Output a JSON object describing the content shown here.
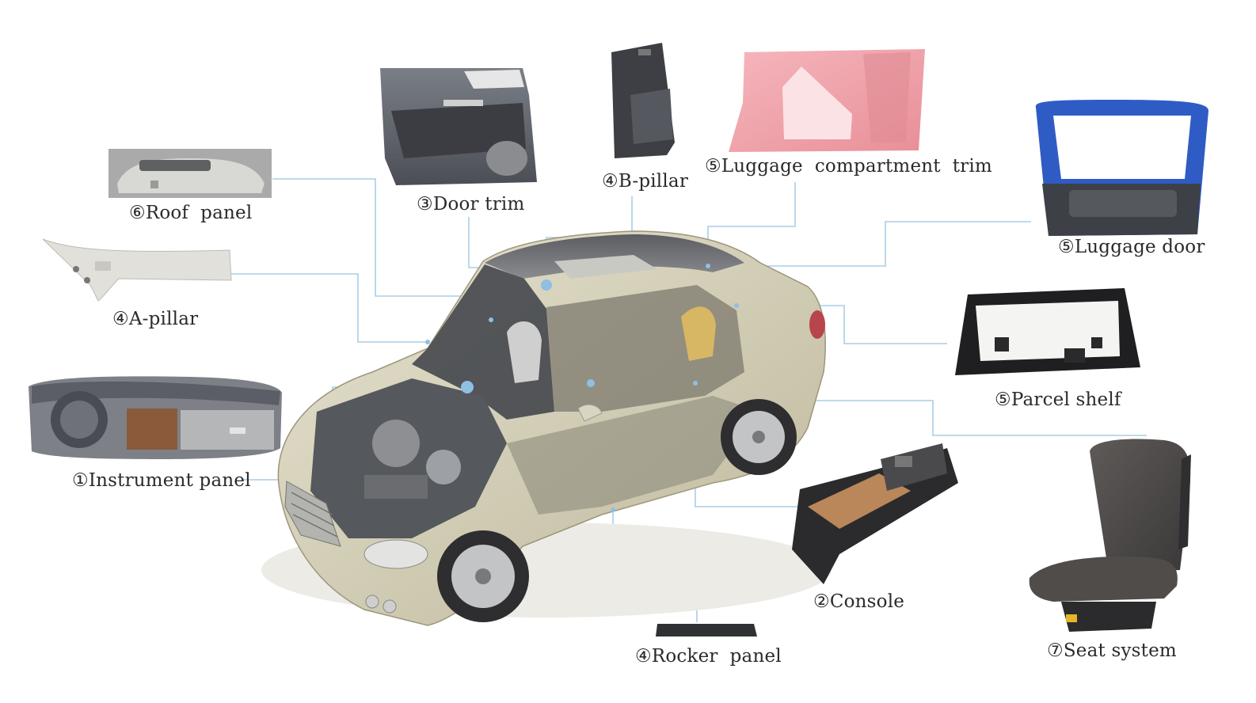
{
  "labels": {
    "roof_panel": "⑥Roof  panel",
    "door_trim": "③Door trim",
    "b_pillar": "④B-pillar",
    "luggage_trim": "⑤Luggage  compartment  trim",
    "luggage_door": "⑤Luggage door",
    "a_pillar": "④A-pillar",
    "parcel_shelf": "⑤Parcel shelf",
    "instrument_panel": "①Instrument panel",
    "console": "②Console",
    "rocker_panel": "④Rocker  panel",
    "seat_system": "⑦Seat system"
  },
  "colors": {
    "leader_line": "#a9cde6",
    "leader_dot": "#8fbfe3",
    "car_body": "#d8d3bd",
    "part_gray": "#6d6f72",
    "luggage_trim_pink": "#f1a7ae",
    "luggage_door_blue": "#2f5cc4",
    "console_wood": "#b9875a"
  }
}
